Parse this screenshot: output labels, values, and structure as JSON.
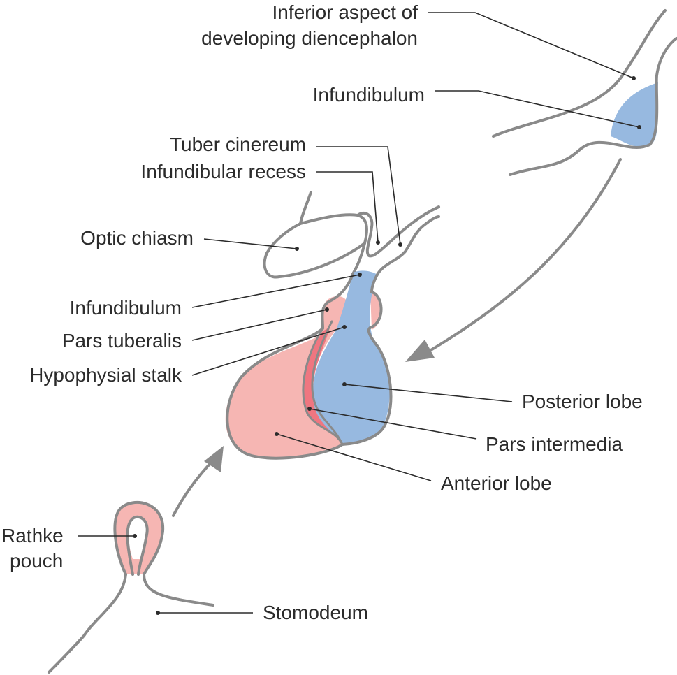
{
  "colors": {
    "anterior_pink": "#f6b6b3",
    "intermedia_red": "#ef7680",
    "posterior_blue": "#97b9e0",
    "outline_gray": "#8a8a8a"
  },
  "labels": {
    "diencephalon_1": "Inferior aspect of",
    "diencephalon_2": "developing diencephalon",
    "infundibulum_top": "Infundibulum",
    "tuber_cinereum": "Tuber cinereum",
    "infundibular_recess": "Infundibular recess",
    "optic_chiasm": "Optic chiasm",
    "infundibulum": "Infundibulum",
    "pars_tuberalis": "Pars tuberalis",
    "hypophysial_stalk": "Hypophysial stalk",
    "posterior_lobe": "Posterior lobe",
    "pars_intermedia": "Pars intermedia",
    "anterior_lobe": "Anterior lobe",
    "rathke_1": "Rathke",
    "rathke_2": "pouch",
    "stomodeum": "Stomodeum"
  }
}
